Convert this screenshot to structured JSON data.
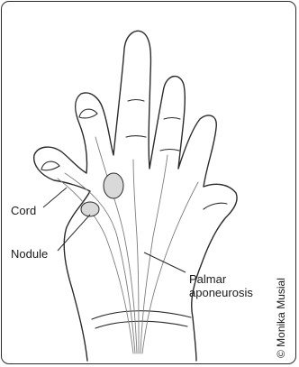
{
  "labels": {
    "cord": "Cord",
    "nodule": "Nodule",
    "palmar_line1": "Palmar",
    "palmar_line2": "aponeurosis"
  },
  "credit": "© Monika Musial",
  "colors": {
    "line": "#2b2b2b",
    "shade": "#9a9a9a",
    "background": "#ffffff"
  }
}
